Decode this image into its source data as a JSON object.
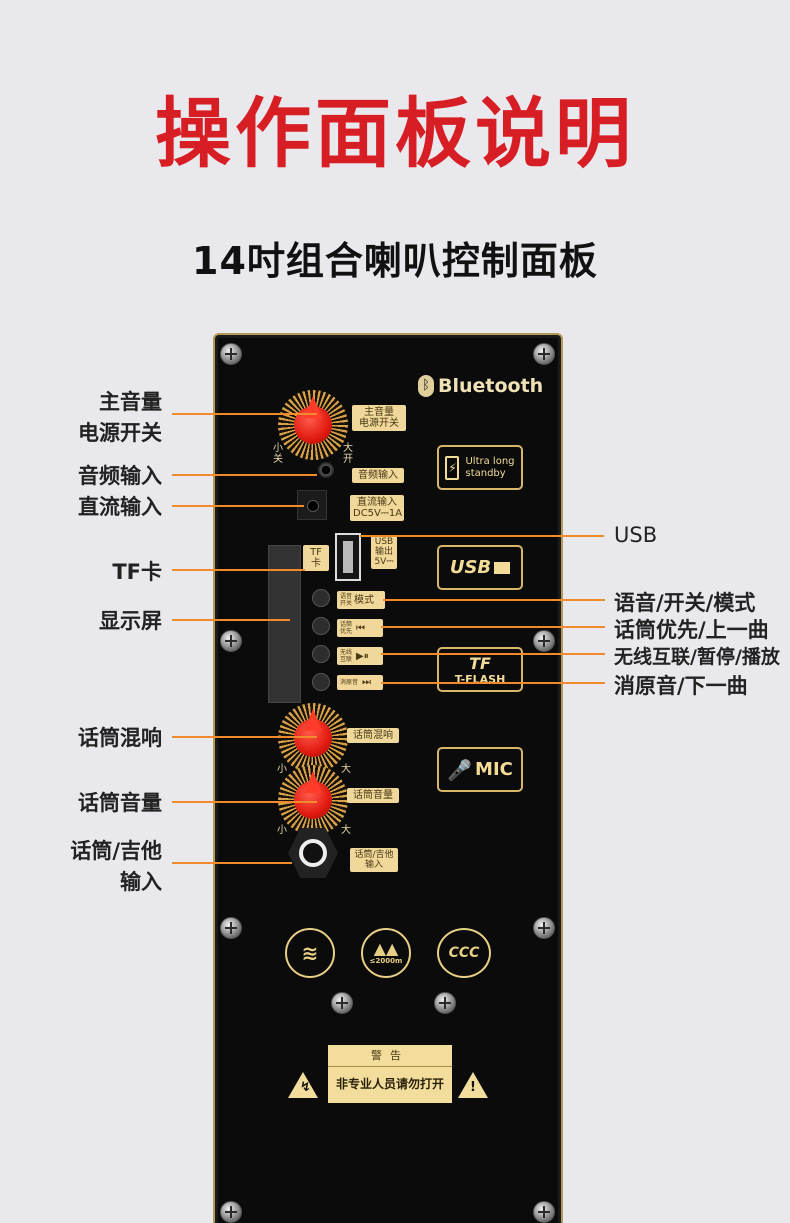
{
  "title": "操作面板说明",
  "subtitle": "14吋组合喇叭控制面板",
  "panel": {
    "brand": "Bluetooth",
    "tags": {
      "master_volume": "主音量\n电源开关",
      "audio_in": "音频输入",
      "dc_in": "直流输入\nDC5V⎓1A",
      "tf": "TF卡",
      "usb_out": "USB\n输出\n5V⎓",
      "mode": "模式",
      "mode_small": "语音\n开关",
      "prev_small": "话筒\n优先",
      "prev_icon": "⏮",
      "play_small": "无线\n互联",
      "play_icon": "▶⏸",
      "next_small": "消原音",
      "next_icon": "⏭",
      "mic_echo": "话筒混响",
      "mic_volume": "话筒音量",
      "mic_guitar": "话筒/吉他\n输入"
    },
    "knob_marks": {
      "min_close": "小\n关",
      "max_open": "大\n开",
      "min": "小",
      "max": "大"
    },
    "badges": {
      "ultra": "Ultra long\nstandby",
      "usb": "USB",
      "tf_flash": "T-FLASH",
      "tf_logo": "TF",
      "mic": "MIC",
      "altitude": "≤2000m",
      "ccc": "CCC"
    },
    "warning": {
      "title": "警告",
      "body": "非专业人员请勿打开"
    }
  },
  "callouts_left": {
    "master": "主音量\n电源开关",
    "audio_in": "音频输入",
    "dc_in": "直流输入",
    "tf": "TF卡",
    "screen": "显示屏",
    "mic_echo": "话筒混响",
    "mic_volume": "话筒音量",
    "mic_guitar": "话筒/吉他\n输入"
  },
  "callouts_right": {
    "usb": "USB",
    "mode": "语音/开关/模式",
    "prev": "话筒优先/上一曲",
    "play": "无线互联/暂停/播放",
    "next": "消原音/下一曲"
  },
  "colors": {
    "title_red": "#d81e25",
    "leader_orange": "#f08a2a",
    "panel_black": "#0b0b0b",
    "gold": "#d9b768"
  }
}
